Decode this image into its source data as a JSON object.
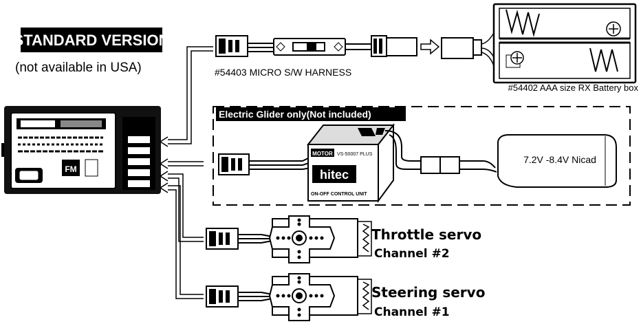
{
  "title_badge": "STANDARD VERSION",
  "title_note": "(not available in USA)",
  "harness_label": "#54403 MICRO S/W HARNESS",
  "battery_box_label": "#54402 AAA size RX Battery box",
  "glider_header": "Electric Glider only(Not included)",
  "glider_unit": {
    "motor_tag": "MOTOR",
    "model": "VS-50007 PLUS",
    "brand": "hitec",
    "caption": "ON-OFF CONTROL UNIT"
  },
  "nicad_label": "7.2V -8.4V Nicad",
  "throttle": {
    "name": "Throttle servo",
    "channel": "Channel  #2"
  },
  "steering": {
    "name": "Steering servo",
    "channel": "Channel  #1"
  },
  "receiver_badge": "FM"
}
